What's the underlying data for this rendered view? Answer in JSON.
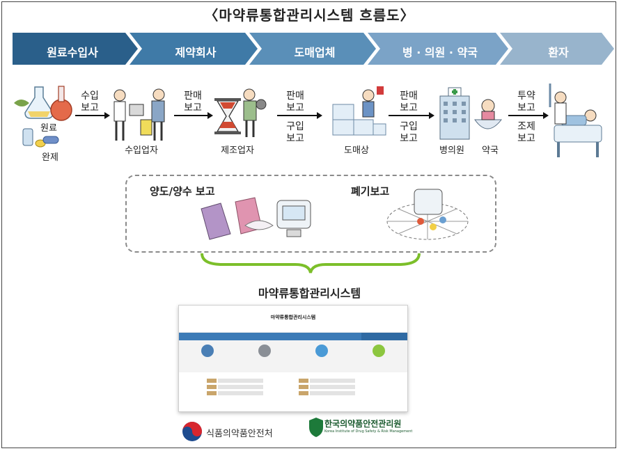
{
  "title": "〈마약류통합관리시스템 흐름도〉",
  "stages": [
    "원료수입사",
    "제약회사",
    "도매업체",
    "병 · 의원 · 약국",
    "환자"
  ],
  "stage_colors": [
    "#2a5f8a",
    "#3f7aa7",
    "#5a8fb8",
    "#7ba3c7",
    "#98b4cc"
  ],
  "entities": {
    "raw": "원료",
    "finished": "완제",
    "importer": "수입업자",
    "manufacturer": "제조업자",
    "wholesaler": "도매상",
    "hospital": "병의원",
    "pharmacy": "약국"
  },
  "reports": {
    "import_report": [
      "수입",
      "보고"
    ],
    "sales_report_1": [
      "판매",
      "보고"
    ],
    "sales_report_2": [
      "판매",
      "보고"
    ],
    "purchase_report_1": [
      "구입",
      "보고"
    ],
    "sales_report_3": [
      "판매",
      "보고"
    ],
    "purchase_report_2": [
      "구입",
      "보고"
    ],
    "admin_report": [
      "투약",
      "보고"
    ],
    "dispense_report": [
      "조제",
      "보고"
    ]
  },
  "transfer_report": "양도/양수 보고",
  "disposal_report": "폐기보고",
  "system_name": "마약류통합관리시스템",
  "website": {
    "title": "마약류통합관리시스템"
  },
  "org1": "식품의약품안전처",
  "org2": "한국의약품안전관리원",
  "org2_sub": "Korea Institute of Drug Safety & Risk Management"
}
